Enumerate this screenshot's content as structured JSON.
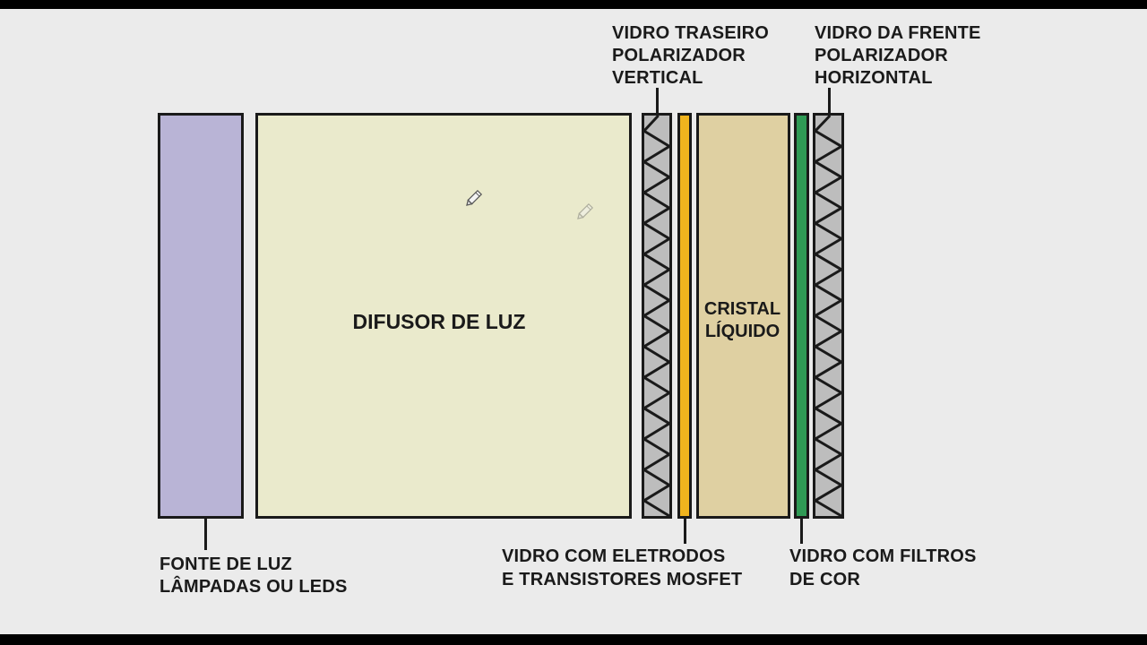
{
  "diagram": {
    "layers": {
      "light_source": {
        "color": "#b9b4d6"
      },
      "diffuser": {
        "label": "DIFUSOR DE LUZ",
        "color": "#eaeacc"
      },
      "rear_polarizer": {
        "color": "#bdbdbd"
      },
      "electrode_glass": {
        "color": "#f0b41e"
      },
      "liquid_crystal": {
        "label_line1": "CRISTAL",
        "label_line2": "LÍQUIDO",
        "color": "#dfd0a2"
      },
      "color_filter_glass": {
        "color": "#2f9a55"
      },
      "front_polarizer": {
        "color": "#bdbdbd"
      }
    },
    "callouts": {
      "rear_glass": {
        "line1": "VIDRO TRASEIRO",
        "line2": "POLARIZADOR",
        "line3": "VERTICAL"
      },
      "front_glass": {
        "line1": "VIDRO DA FRENTE",
        "line2": "POLARIZADOR",
        "line3": "HORIZONTAL"
      },
      "light_source": {
        "line1": "FONTE DE LUZ",
        "line2": "LÂMPADAS OU LEDS"
      },
      "electrodes": {
        "line1": "VIDRO COM ELETRODOS",
        "line2": "E TRANSISTORES MOSFET"
      },
      "color_filters": {
        "line1": "VIDRO COM FILTROS",
        "line2": "DE COR"
      }
    }
  }
}
